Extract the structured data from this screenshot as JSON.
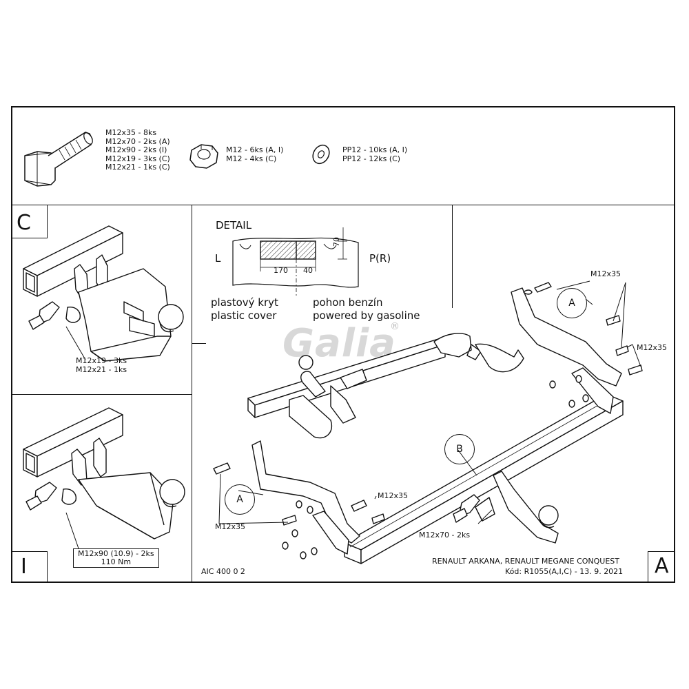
{
  "parts": {
    "bolt_lines": [
      "M12x35 - 8ks",
      "M12x70 - 2ks (A)",
      "M12x90 - 2ks (I)",
      "M12x19 - 3ks (C)",
      "M12x21 - 1ks (C)"
    ],
    "nut_lines": [
      "M12 - 6ks (A, I)",
      "M12 - 4ks (C)"
    ],
    "washer_lines": [
      "PP12 - 10ks (A, I)",
      "PP12 - 12ks (C)"
    ]
  },
  "panel_c": {
    "letter": "C",
    "note_lines": [
      "M12x19 - 3ks",
      "M12x21 - 1ks"
    ]
  },
  "panel_i": {
    "letter": "I",
    "note_lines": [
      "M12x90 (10.9) - 2ks",
      "110 Nm"
    ]
  },
  "detail": {
    "title": "DETAIL",
    "left": "L",
    "right": "P(R)",
    "dim_170": "170",
    "dim_40": "40",
    "dim_70": "70",
    "cover_cz": "plastový kryt",
    "cover_en": "plastic cover",
    "fuel_cz": "pohon benzín",
    "fuel_en": "powered by gasoline"
  },
  "watermark": {
    "text": "Galia",
    "reg": "®"
  },
  "main": {
    "code": "AIC 400 0 2",
    "letter": "A",
    "circle_a_top": "A",
    "circle_b": "B",
    "circle_a_left": "A",
    "bolt_top_right_1": "M12x35",
    "bolt_top_right_2": "M12x35",
    "bolt_mid": "M12x35",
    "bolt_left": "M12x35",
    "bolt_ball": "M12x70 - 2ks",
    "vehicle": "RENAULT ARKANA, RENAULT MEGANE CONQUEST",
    "code_date": "Kód: R1055(A,I,C) - 13. 9. 2021"
  }
}
